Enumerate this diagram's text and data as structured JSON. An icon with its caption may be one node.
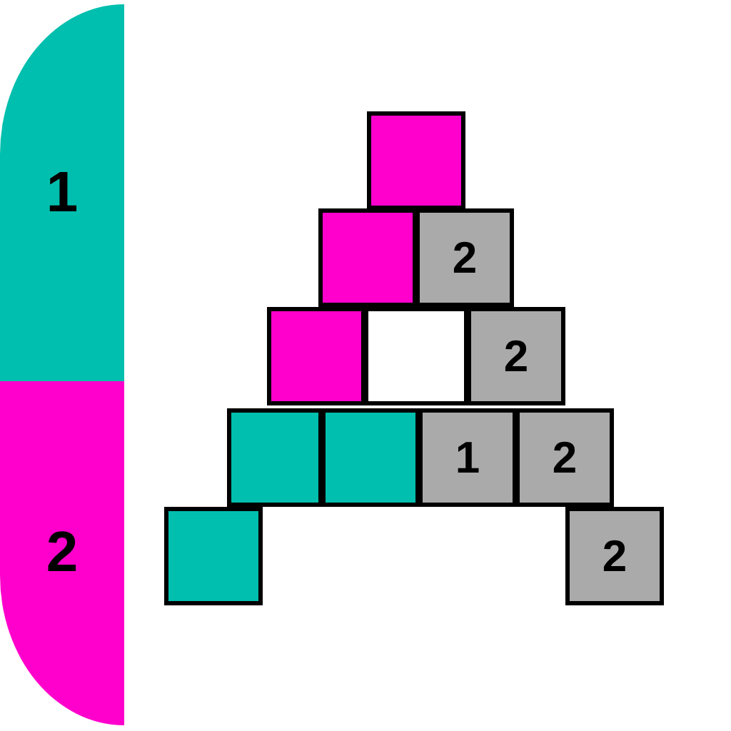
{
  "diagram": {
    "nodes": [
      {
        "text": [
          "1"
        ]
      },
      {
        "text": [
          "2"
        ]
      },
      {
        "text": [],
        "shape": "box"
      },
      {
        "text": [],
        "shape": "box"
      },
      {
        "text": [
          "2"
        ]
      },
      {
        "text": [],
        "shape": "box"
      },
      {
        "text": [],
        "shape": "box"
      },
      {
        "text": [
          "2"
        ]
      },
      {
        "text": [],
        "shape": "box"
      },
      {
        "text": [],
        "shape": "box"
      },
      {
        "text": [
          "1"
        ]
      },
      {
        "text": [
          "2"
        ]
      },
      {
        "text": [],
        "shape": "box"
      },
      {
        "text": [
          "2"
        ]
      }
    ]
  }
}
